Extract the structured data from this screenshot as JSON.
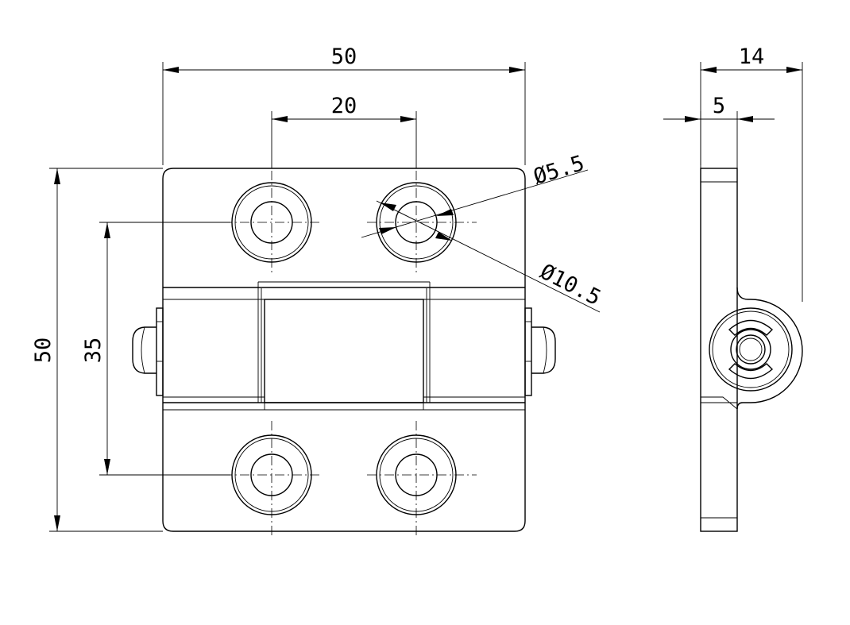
{
  "drawing": {
    "front_view": {
      "overall_width": "50",
      "hole_spacing": "20",
      "overall_height": "50",
      "vertical_hole_spacing": "35",
      "hole_diameter": "Ø5.5",
      "counterbore_diameter": "Ø10.5"
    },
    "side_view": {
      "overall_depth": "14",
      "plate_thickness": "5"
    }
  }
}
